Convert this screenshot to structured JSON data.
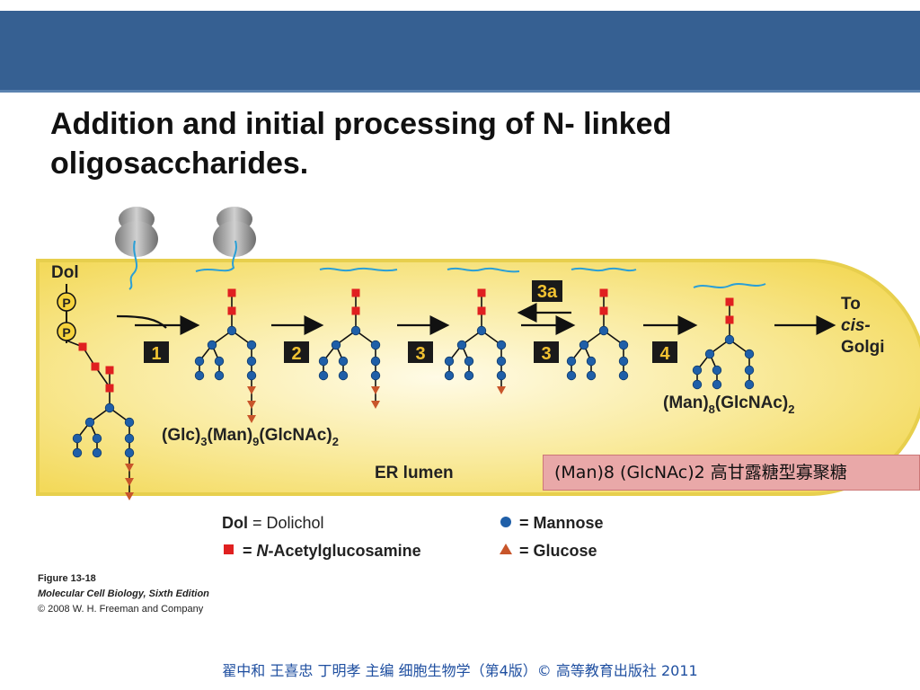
{
  "slide": {
    "title_line1": "Addition and initial processing of  N- linked",
    "title_line2": "oligosaccharides."
  },
  "diagram": {
    "dol_label": "Dol",
    "p_label": "P",
    "steps": [
      "1",
      "2",
      "3",
      "3",
      "4"
    ],
    "step_3a": "3a",
    "precursor_pre": "(Glc)",
    "precursor_sub1": "3",
    "precursor_man": "(Man)",
    "precursor_sub2": "9",
    "precursor_glcnac": "(GlcNAc)",
    "precursor_sub3": "2",
    "product_man": "(Man)",
    "product_sub1": "8",
    "product_glcnac": "(GlcNAc)",
    "product_sub2": "2",
    "to_line1": "To",
    "to_line2": "cis-",
    "to_line3": "Golgi",
    "er_lumen": "ER lumen"
  },
  "legend": {
    "dol_abbr": "Dol",
    "dol_def": " = Dolichol",
    "glcnac_eq": "=",
    "glcnac_n": "N",
    "glcnac_rest": "-Acetylglucosamine",
    "mannose": "= Mannose",
    "glucose": "= Glucose"
  },
  "caption": {
    "figure_no": "Figure 13-18",
    "book": "Molecular Cell Biology, Sixth Edition",
    "copyright": "© 2008 W. H. Freeman and Company"
  },
  "note": "(Man)8 (GlcNAc)2 高甘露糖型寡聚糖",
  "footer": "翟中和 王喜忠 丁明孝 主编  细胞生物学（第4版）© 高等教育出版社  2011",
  "colors": {
    "header": "#366092",
    "mannose": "#1f5fa8",
    "glcnac": "#e02020",
    "glucose": "#c8552a",
    "lumen": "#f7e27a"
  }
}
